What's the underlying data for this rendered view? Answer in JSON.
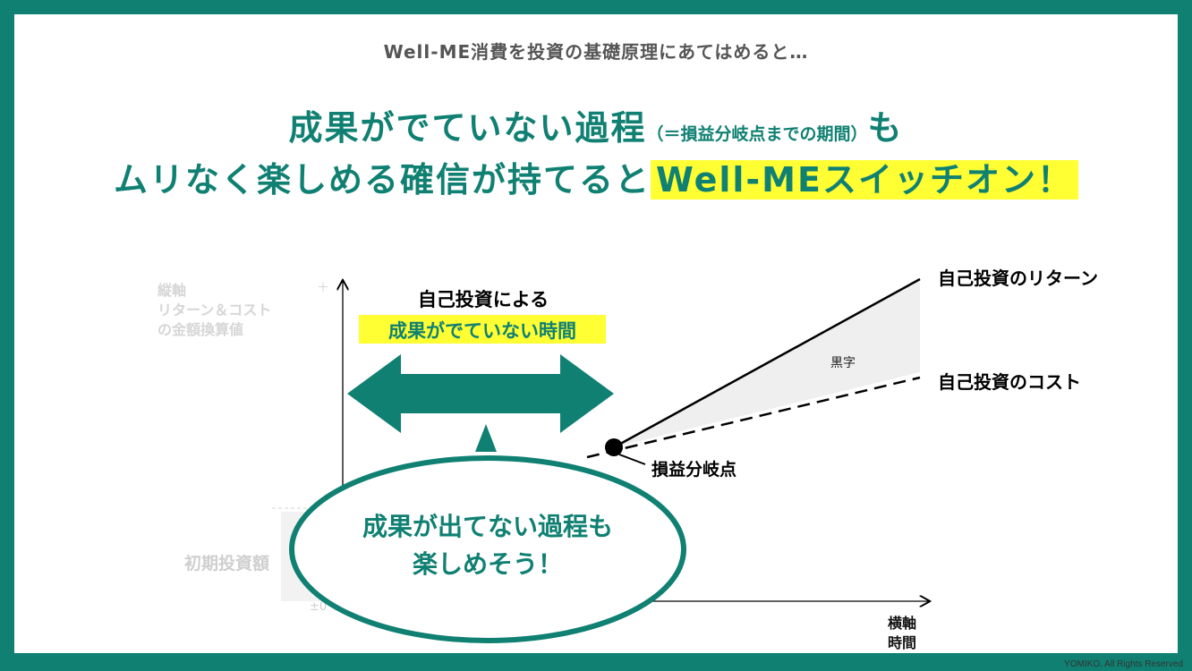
{
  "lead_text": "Well-ME消費を投資の基礎原理にあてはめると…",
  "headline": {
    "line1_main": "成果がでていない過程",
    "line1_paren": "（＝損益分岐点までの期間）",
    "line1_end": "も",
    "line2_main": "ムリなく楽しめる確信が持てると",
    "line2_highlight": "Well-MEスイッチオン！"
  },
  "diagram": {
    "y_axis_label": [
      "縦軸",
      "リターン＆コスト",
      "の金額換算値"
    ],
    "y_axis_plus": "＋",
    "x_axis_label": [
      "横軸",
      "時間"
    ],
    "origin_label": "±0",
    "initial_investment_label": "初期投資額",
    "arrow_label_line1": "自己投資による",
    "arrow_label_line2": "成果がでていない時間",
    "return_label": "自己投資のリターン",
    "cost_label": "自己投資のコスト",
    "profit_label": "黒字",
    "breakeven_label": "損益分岐点",
    "bubble_line1": "成果が出てない過程も",
    "bubble_line2": "楽しめそう！"
  },
  "colors": {
    "frame": "#0f8072",
    "accent": "#0f8072",
    "highlight": "#ffff33",
    "faded_text": "#d6d6d6"
  },
  "copyright": "YOMIKO. All Rights Reserved"
}
